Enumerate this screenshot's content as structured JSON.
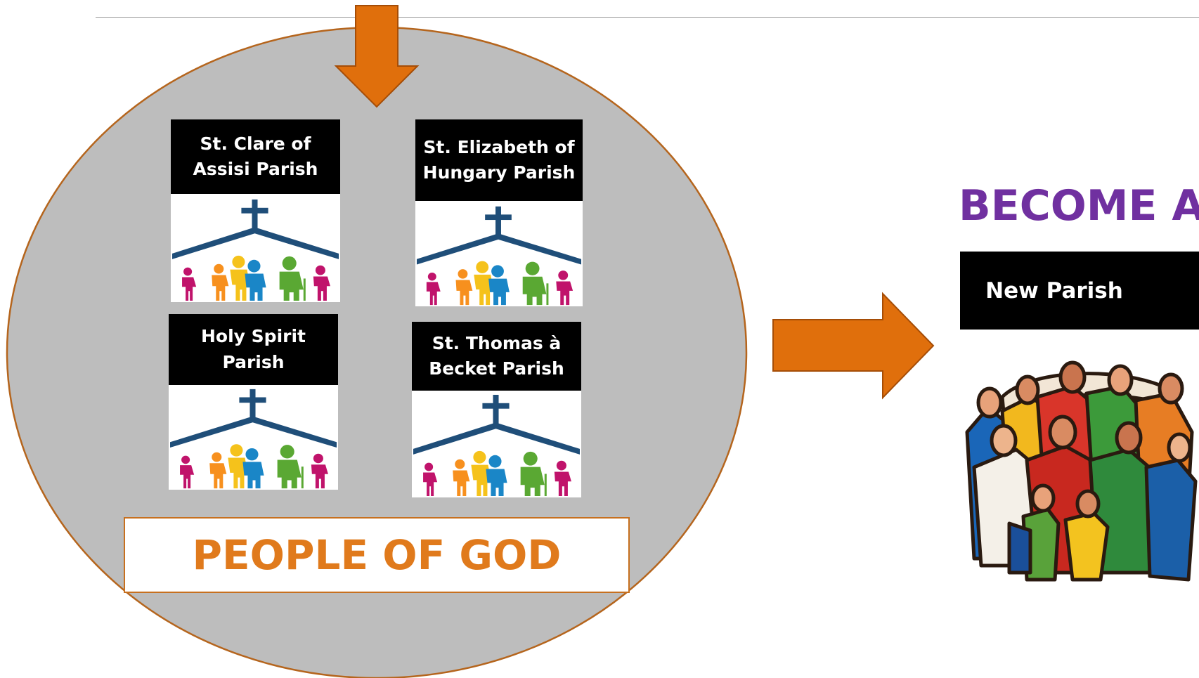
{
  "cards": [
    {
      "title": "St. Clare of Assisi  Parish"
    },
    {
      "title": "St. Elizabeth of Hungary Parish"
    },
    {
      "title": "Holy Spirit Parish"
    },
    {
      "title": "St. Thomas à Becket  Parish"
    }
  ],
  "people_label": "PEOPLE OF GOD",
  "become_label": "BECOME A",
  "new_parish_label": "New Parish",
  "colors": {
    "circle_fill": "#bdbdbd",
    "circle_stroke": "#b5651d",
    "arrow": "#e06f0c",
    "purple": "#7030a0",
    "church_blue": "#1f4e79"
  },
  "icons": [
    "down-arrow-icon",
    "right-arrow-icon",
    "church-family-icon",
    "crowd-icon"
  ]
}
